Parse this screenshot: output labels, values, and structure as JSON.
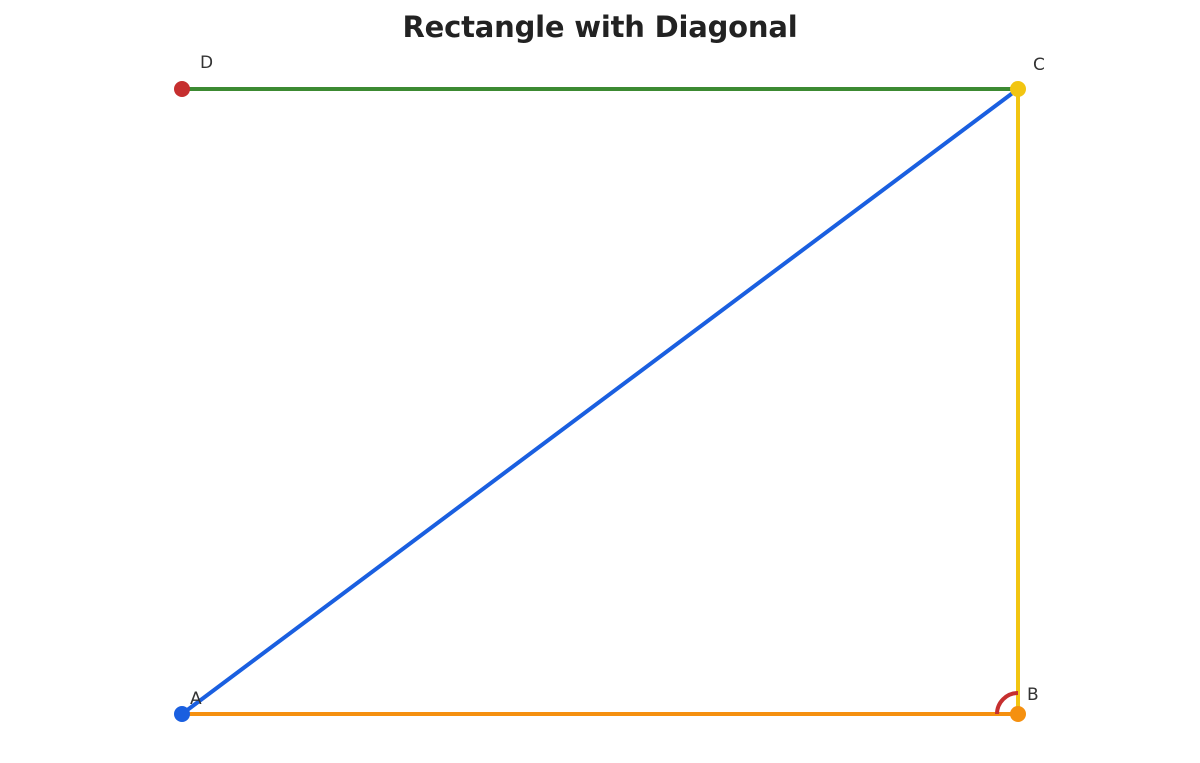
{
  "title": "Rectangle with Diagonal",
  "points": {
    "A": {
      "label": "A",
      "color": "#1a5fe0"
    },
    "B": {
      "label": "B",
      "color": "#f5900f"
    },
    "C": {
      "label": "C",
      "color": "#f2c511"
    },
    "D": {
      "label": "D",
      "color": "#c62f2f"
    }
  },
  "segments": {
    "AB": {
      "color": "#f5900f"
    },
    "BC": {
      "color": "#f2c511"
    },
    "CD": {
      "color": "#3c8a32"
    },
    "AC": {
      "color": "#1a5fe0"
    }
  },
  "right_angle_marker": {
    "vertex": "B",
    "color": "#c62f2f"
  }
}
